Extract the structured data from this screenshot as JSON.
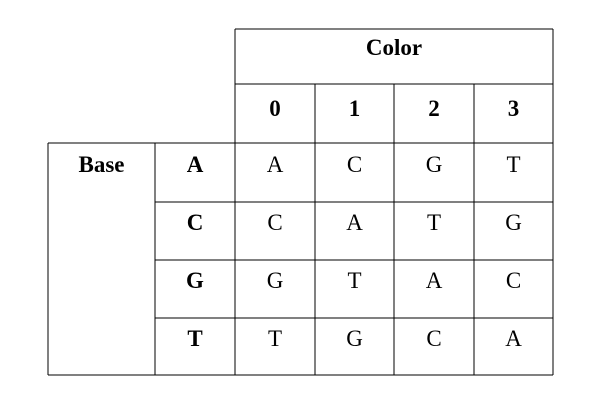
{
  "table": {
    "group_header": "Color",
    "color_codes": [
      "0",
      "1",
      "2",
      "3"
    ],
    "row_group_label": "Base",
    "rows": [
      {
        "base": "A",
        "values": [
          "A",
          "C",
          "G",
          "T"
        ]
      },
      {
        "base": "C",
        "values": [
          "C",
          "A",
          "T",
          "G"
        ]
      },
      {
        "base": "G",
        "values": [
          "G",
          "T",
          "A",
          "C"
        ]
      },
      {
        "base": "T",
        "values": [
          "T",
          "G",
          "C",
          "A"
        ]
      }
    ]
  }
}
